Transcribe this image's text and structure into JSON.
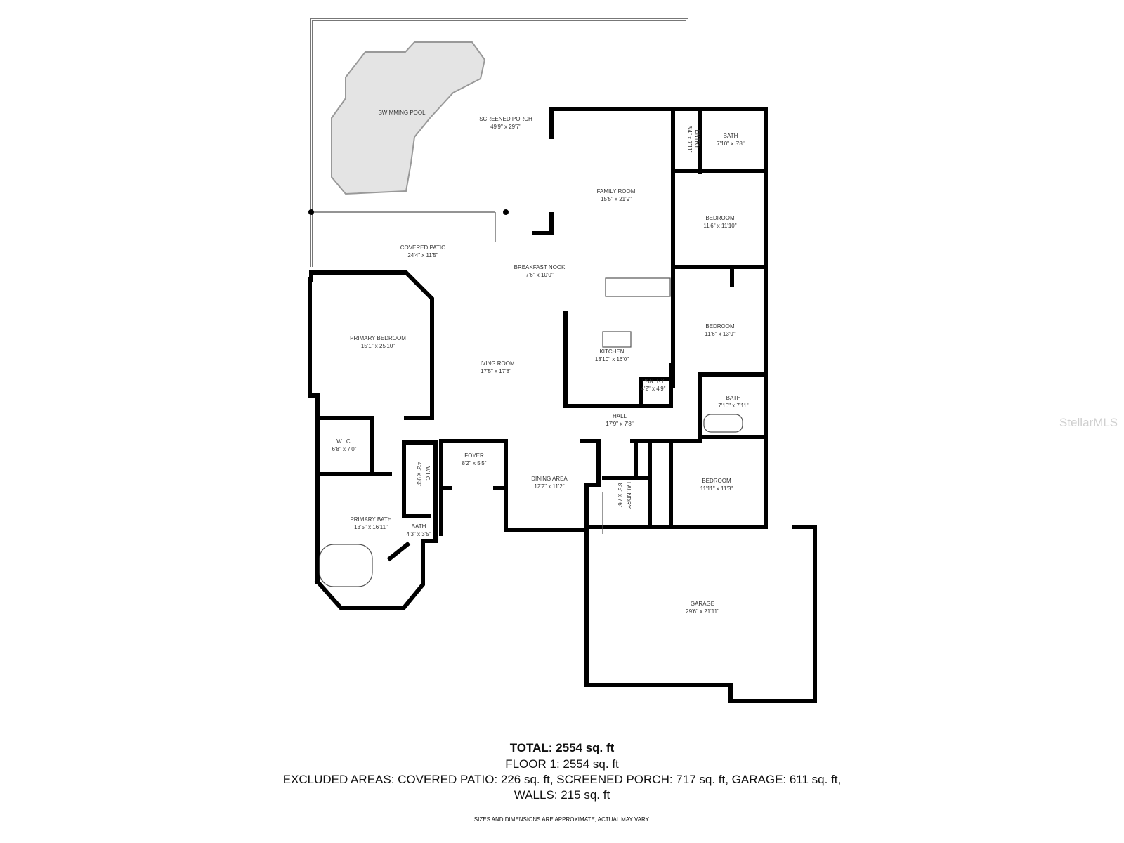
{
  "rooms": {
    "pool": {
      "name": "SWIMMING POOL"
    },
    "porch": {
      "name": "SCREENED PORCH",
      "dim": "49'9\" x 29'7\""
    },
    "entry": {
      "name": "ENTRY",
      "dim": "3'4\" x 7'11\""
    },
    "bath1": {
      "name": "BATH",
      "dim": "7'10\" x 5'8\""
    },
    "family": {
      "name": "FAMILY ROOM",
      "dim": "15'5\" x 21'9\""
    },
    "bedroom1": {
      "name": "BEDROOM",
      "dim": "11'6\" x 11'10\""
    },
    "patio": {
      "name": "COVERED PATIO",
      "dim": "24'4\" x 11'5\""
    },
    "nook": {
      "name": "BREAKFAST NOOK",
      "dim": "7'6\" x 10'0\""
    },
    "bedroom2": {
      "name": "BEDROOM",
      "dim": "11'6\" x 13'9\""
    },
    "primary_bed": {
      "name": "PRIMARY BEDROOM",
      "dim": "15'1\" x 25'10\""
    },
    "kitchen": {
      "name": "KITCHEN",
      "dim": "13'10\" x 16'0\""
    },
    "living": {
      "name": "LIVING ROOM",
      "dim": "17'5\" x 17'8\""
    },
    "pantry": {
      "name": "PANTRY",
      "dim": "4'2\" x 4'9\""
    },
    "bath2": {
      "name": "BATH",
      "dim": "7'10\" x 7'11\""
    },
    "hall": {
      "name": "HALL",
      "dim": "17'9\" x 7'8\""
    },
    "wic1": {
      "name": "W.I.C.",
      "dim": "6'8\" x 7'0\""
    },
    "wic2": {
      "name": "W.I.C.",
      "dim": "4'3\" x 9'3\""
    },
    "foyer": {
      "name": "FOYER",
      "dim": "8'2\" x 5'5\""
    },
    "dining": {
      "name": "DINING AREA",
      "dim": "12'2\" x 11'2\""
    },
    "laundry": {
      "name": "LAUNDRY",
      "dim": "8'5\" x 7'6\""
    },
    "bedroom3": {
      "name": "BEDROOM",
      "dim": "11'11\" x 11'3\""
    },
    "primary_bath": {
      "name": "PRIMARY BATH",
      "dim": "13'5\" x 16'11\""
    },
    "bath3": {
      "name": "BATH",
      "dim": "4'3\" x 3'5\""
    },
    "garage": {
      "name": "GARAGE",
      "dim": "29'6\" x 21'11\""
    }
  },
  "summary": {
    "total": "TOTAL: 2554 sq. ft",
    "floor1": "FLOOR 1: 2554 sq. ft",
    "excluded": "EXCLUDED AREAS: COVERED PATIO: 226 sq. ft, SCREENED PORCH: 717 sq. ft, GARAGE: 611 sq. ft,",
    "walls": "WALLS: 215 sq. ft",
    "disclaimer": "SIZES AND DIMENSIONS ARE APPROXIMATE, ACTUAL MAY VARY."
  },
  "watermark": "StellarMLS",
  "colors": {
    "wall": "#000000",
    "pool": "#e4e4e4",
    "watermark": "#cfcfcf"
  }
}
